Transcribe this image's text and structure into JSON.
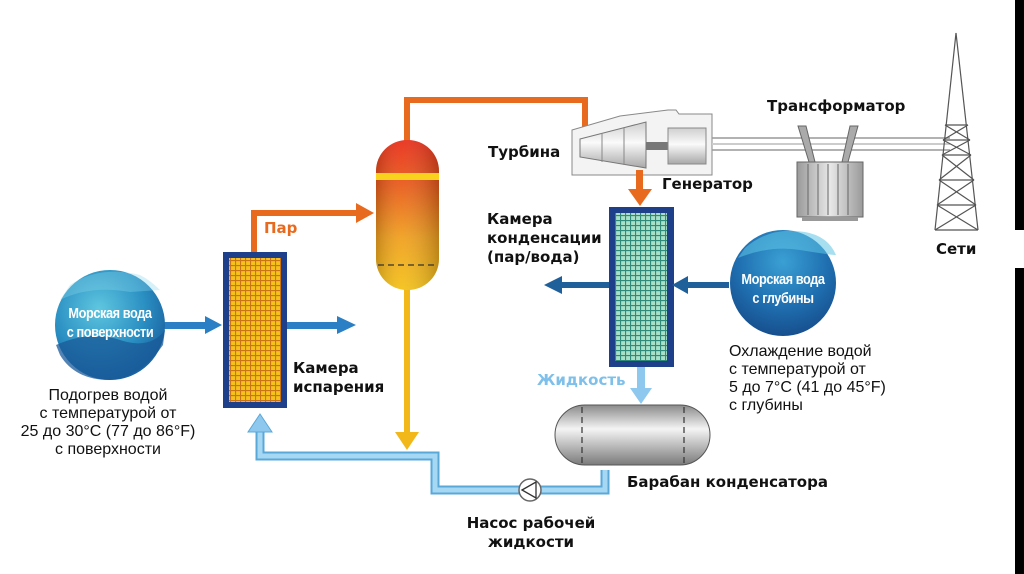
{
  "diagram": {
    "title": "OTEC closed-cycle power plant",
    "labels": {
      "steam": "Пар",
      "turbine": "Турбина",
      "generator": "Генератор",
      "transformer": "Трансформатор",
      "grid": "Сети",
      "condenser_chamber": [
        "Камера",
        "конденсации",
        "(пар/вода)"
      ],
      "evaporator_chamber": [
        "Камера",
        "испарения"
      ],
      "liquid": "Жидкость",
      "condenser_drum": "Барабан конденсатора",
      "working_fluid_pump": [
        "Насос рабочей",
        "жидкости"
      ]
    },
    "surface_water": {
      "bubble": [
        "Морская вода",
        "с поверхности"
      ],
      "description": [
        "Подогрев водой",
        "с температурой от",
        "25 до 30°C (77 до 86°F)",
        "с поверхности"
      ]
    },
    "deep_water": {
      "bubble": [
        "Морская вода",
        "с глубины"
      ],
      "description": [
        "Охлаждение водой",
        "с температурой от",
        "5 до 7°C (41 до 45°F)",
        "с глубины"
      ]
    },
    "colors": {
      "steam_pipe": "#e86a1e",
      "liquid_pipe": "#8ec8ee",
      "seawater_arrow": "#2b7fc4",
      "deep_arrow": "#1f5f9a",
      "hot_yellow": "#f2b81a",
      "chamber_border": "#1e3f8a",
      "label_steam": "#e86a1e",
      "label_liquid": "#7ec0ea"
    }
  }
}
